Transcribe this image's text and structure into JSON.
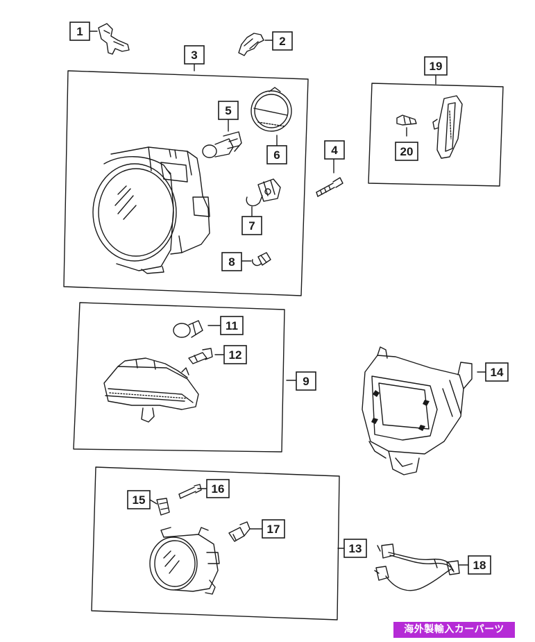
{
  "callouts": [
    {
      "id": "callout-1",
      "number": "1"
    },
    {
      "id": "callout-2",
      "number": "2"
    },
    {
      "id": "callout-3",
      "number": "3"
    },
    {
      "id": "callout-4",
      "number": "4"
    },
    {
      "id": "callout-5",
      "number": "5"
    },
    {
      "id": "callout-6",
      "number": "6"
    },
    {
      "id": "callout-7",
      "number": "7"
    },
    {
      "id": "callout-8",
      "number": "8"
    },
    {
      "id": "callout-9",
      "number": "9"
    },
    {
      "id": "callout-11",
      "number": "11"
    },
    {
      "id": "callout-12",
      "number": "12"
    },
    {
      "id": "callout-13",
      "number": "13"
    },
    {
      "id": "callout-14",
      "number": "14"
    },
    {
      "id": "callout-15",
      "number": "15"
    },
    {
      "id": "callout-16",
      "number": "16"
    },
    {
      "id": "callout-17",
      "number": "17"
    },
    {
      "id": "callout-18",
      "number": "18"
    },
    {
      "id": "callout-19",
      "number": "19"
    },
    {
      "id": "callout-20",
      "number": "20"
    }
  ],
  "watermark": {
    "text": "海外製輸入カーパーツ"
  },
  "colors": {
    "line": "#1a1a1a",
    "callout_fill": "#ffffff",
    "banner_bg": "#b52bd6",
    "banner_text": "#ffffff"
  }
}
